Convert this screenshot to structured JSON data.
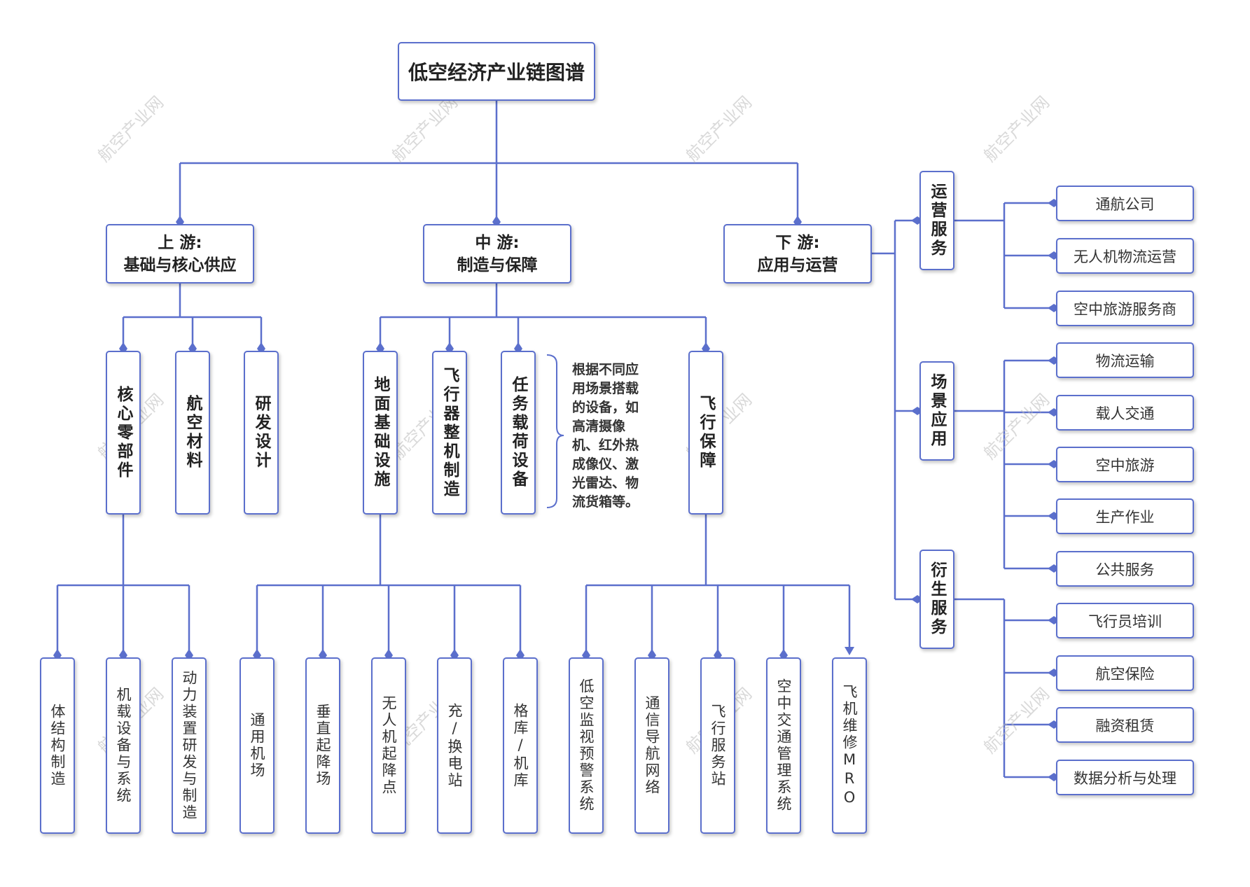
{
  "title": "低空经济产业链图谱",
  "watermark": "航空产业网",
  "upstream": {
    "line1": "上 游:",
    "line2": "基础与核心供应",
    "children": [
      "核心零部件",
      "航空材料",
      "研发设计"
    ],
    "core_parts_children": [
      "体结构制造",
      "机载设备与系统",
      "动力装置研发与制造"
    ]
  },
  "midstream": {
    "line1": "中 游:",
    "line2": "制造与保障",
    "children": [
      "地面基础设施",
      "飞行器整机制造",
      "任务载荷设备",
      "飞行保障"
    ],
    "payload_note": "根据不同应用场景搭载的设备，如高清摄像机、红外热成像仪、激光雷达、物流货箱等。",
    "ground_children": [
      "通用机场",
      "垂直起降场",
      "无人机起降点",
      "充/换电站",
      "格库/机库"
    ],
    "flight_support_children": [
      "低空监视预警系统",
      "通信导航网络",
      "飞行服务站",
      "空中交通管理系统",
      "飞机维修MRO"
    ]
  },
  "downstream": {
    "line1": "下 游:",
    "line2": "应用与运营",
    "categories": [
      {
        "label": "运营服务",
        "items": [
          "通航公司",
          "无人机物流运营",
          "空中旅游服务商"
        ]
      },
      {
        "label": "场景应用",
        "items": [
          "物流运输",
          "载人交通",
          "空中旅游",
          "生产作业",
          "公共服务"
        ]
      },
      {
        "label": "衍生服务",
        "items": [
          "飞行员培训",
          "航空保险",
          "融资租赁",
          "数据分析与处理"
        ]
      }
    ]
  },
  "colors": {
    "line": "#5b6fcc",
    "border": "#5b6fcc"
  }
}
